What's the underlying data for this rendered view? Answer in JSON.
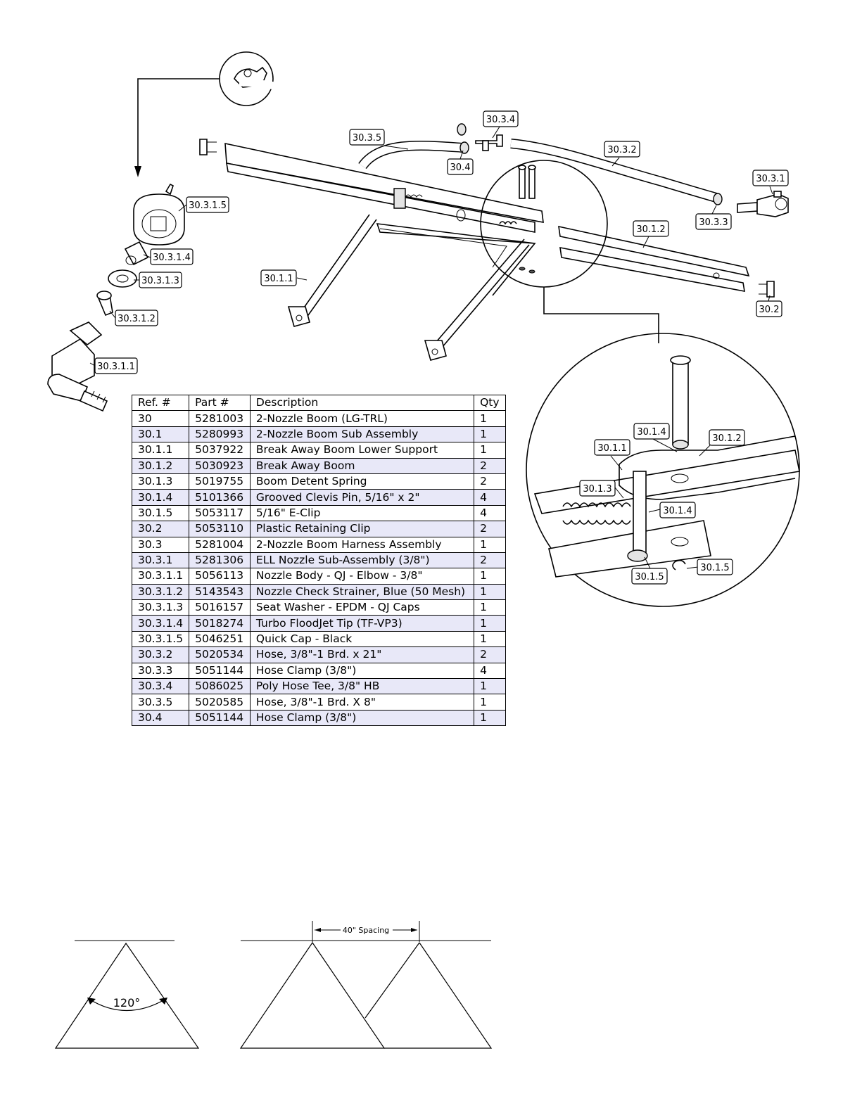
{
  "table": {
    "headers": [
      "Ref. #",
      "Part #",
      "Description",
      "Qty"
    ],
    "rows": [
      {
        "ref": "30",
        "part": "5281003",
        "desc": "2-Nozzle Boom (LG-TRL)",
        "qty": "1"
      },
      {
        "ref": "30.1",
        "part": "5280993",
        "desc": "2-Nozzle Boom Sub Assembly",
        "qty": "1"
      },
      {
        "ref": "30.1.1",
        "part": "5037922",
        "desc": "Break Away Boom Lower Support",
        "qty": "1"
      },
      {
        "ref": "30.1.2",
        "part": "5030923",
        "desc": "Break Away Boom",
        "qty": "2"
      },
      {
        "ref": "30.1.3",
        "part": "5019755",
        "desc": "Boom Detent Spring",
        "qty": "2"
      },
      {
        "ref": "30.1.4",
        "part": "5101366",
        "desc": "Grooved Clevis Pin, 5/16\" x 2\"",
        "qty": "4"
      },
      {
        "ref": "30.1.5",
        "part": "5053117",
        "desc": "5/16\" E-Clip",
        "qty": "4"
      },
      {
        "ref": "30.2",
        "part": "5053110",
        "desc": "Plastic Retaining Clip",
        "qty": "2"
      },
      {
        "ref": "30.3",
        "part": "5281004",
        "desc": "2-Nozzle Boom Harness Assembly",
        "qty": "1"
      },
      {
        "ref": "30.3.1",
        "part": "5281306",
        "desc": "ELL Nozzle Sub-Assembly (3/8\")",
        "qty": "2"
      },
      {
        "ref": "30.3.1.1",
        "part": "5056113",
        "desc": "Nozzle Body - QJ - Elbow - 3/8\"",
        "qty": "1"
      },
      {
        "ref": "30.3.1.2",
        "part": "5143543",
        "desc": "Nozzle Check Strainer, Blue (50 Mesh)",
        "qty": "1"
      },
      {
        "ref": "30.3.1.3",
        "part": "5016157",
        "desc": "Seat Washer - EPDM - QJ Caps",
        "qty": "1"
      },
      {
        "ref": "30.3.1.4",
        "part": "5018274",
        "desc": "Turbo FloodJet Tip (TF-VP3)",
        "qty": "1"
      },
      {
        "ref": "30.3.1.5",
        "part": "5046251",
        "desc": "Quick Cap - Black",
        "qty": "1"
      },
      {
        "ref": "30.3.2",
        "part": "5020534",
        "desc": "Hose, 3/8\"-1 Brd. x 21\"",
        "qty": "2"
      },
      {
        "ref": "30.3.3",
        "part": "5051144",
        "desc": "Hose Clamp (3/8\")",
        "qty": "4"
      },
      {
        "ref": "30.3.4",
        "part": "5086025",
        "desc": "Poly Hose Tee, 3/8\" HB",
        "qty": "1"
      },
      {
        "ref": "30.3.5",
        "part": "5020585",
        "desc": "Hose, 3/8\"-1 Brd. X 8\"",
        "qty": "1"
      },
      {
        "ref": "30.4",
        "part": "5051144",
        "desc": "Hose Clamp (3/8\")",
        "qty": "1"
      }
    ]
  },
  "callouts": {
    "c_30_3_4": "30.3.4",
    "c_30_3_5": "30.3.5",
    "c_30_4": "30.4",
    "c_30_3_2": "30.3.2",
    "c_30_3_1": "30.3.1",
    "c_30_3_3": "30.3.3",
    "c_30_1_2": "30.1.2",
    "c_30_1_1": "30.1.1",
    "c_30_2": "30.2",
    "c_30_3_1_5": "30.3.1.5",
    "c_30_3_1_4": "30.3.1.4",
    "c_30_3_1_3": "30.3.1.3",
    "c_30_3_1_2": "30.3.1.2",
    "c_30_3_1_1": "30.3.1.1",
    "d_30_1_4": "30.1.4",
    "d_30_1_2": "30.1.2",
    "d_30_1_1": "30.1.1",
    "d_30_1_3": "30.1.3",
    "d_30_1_4b": "30.1.4",
    "d_30_1_5a": "30.1.5",
    "d_30_1_5b": "30.1.5"
  },
  "spray": {
    "angle_label": "120°",
    "spacing_label": "40\" Spacing"
  }
}
